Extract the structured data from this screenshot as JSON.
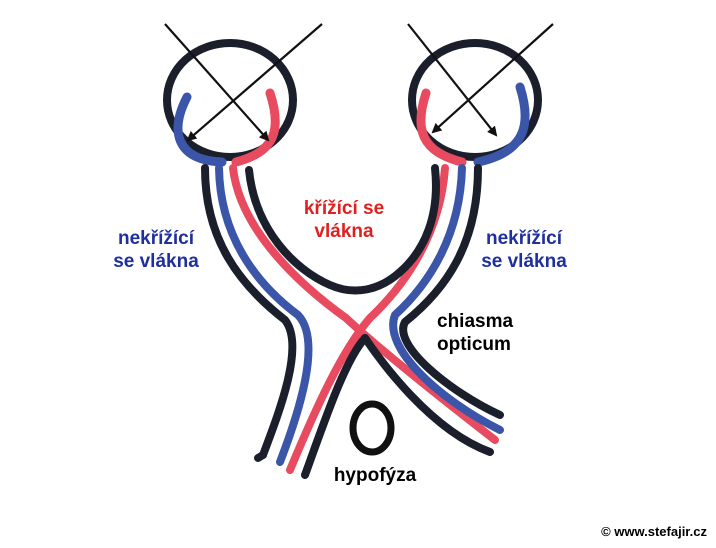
{
  "colors": {
    "outline": "#1a1f2b",
    "blue": "#3b56a8",
    "red": "#e84a5f",
    "label_blue": "#1f2f9e",
    "label_red": "#e02020",
    "label_black": "#000000"
  },
  "labels": {
    "left_uncrossed": [
      "nekřížící",
      "se vlákna"
    ],
    "crossing": [
      "křížící se",
      "vlákna"
    ],
    "right_uncrossed": [
      "nekřížící",
      "se vlákna"
    ],
    "chiasma": [
      "chiasma",
      "opticum"
    ],
    "hypophysis": "hypofýza"
  },
  "copyright": "© www.stefajir.cz"
}
